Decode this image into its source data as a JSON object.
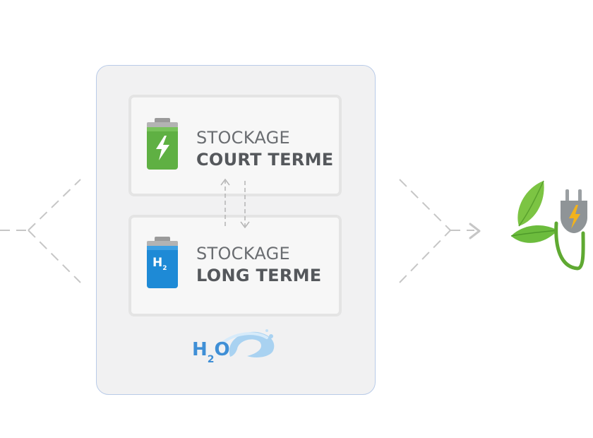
{
  "diagram": {
    "short_term": {
      "line1": "STOCKAGE",
      "line2": "COURT TERME"
    },
    "long_term": {
      "line1": "STOCKAGE",
      "line2": "LONG TERME"
    },
    "long_term_icon_text": {
      "base": "H",
      "sub": "2"
    },
    "water": {
      "base": "H",
      "sub": "2",
      "tail": "O"
    }
  },
  "colors": {
    "panel_bg": "#f1f1f2",
    "panel_border": "#b9cbe8",
    "battery_green": "#5fb043",
    "tank_blue": "#1e8ad6",
    "arrow_gray": "#a4a4a4",
    "dashed_gray": "#c6c6c6",
    "leaf_green": "#6cbc3d",
    "plug_gray": "#8f9497",
    "bolt_yellow": "#f2b21c"
  },
  "icons": [
    "battery-icon",
    "hydrogen-tank-icon",
    "water-wave-icon",
    "plug-leaf-icon",
    "lightning-icon"
  ]
}
